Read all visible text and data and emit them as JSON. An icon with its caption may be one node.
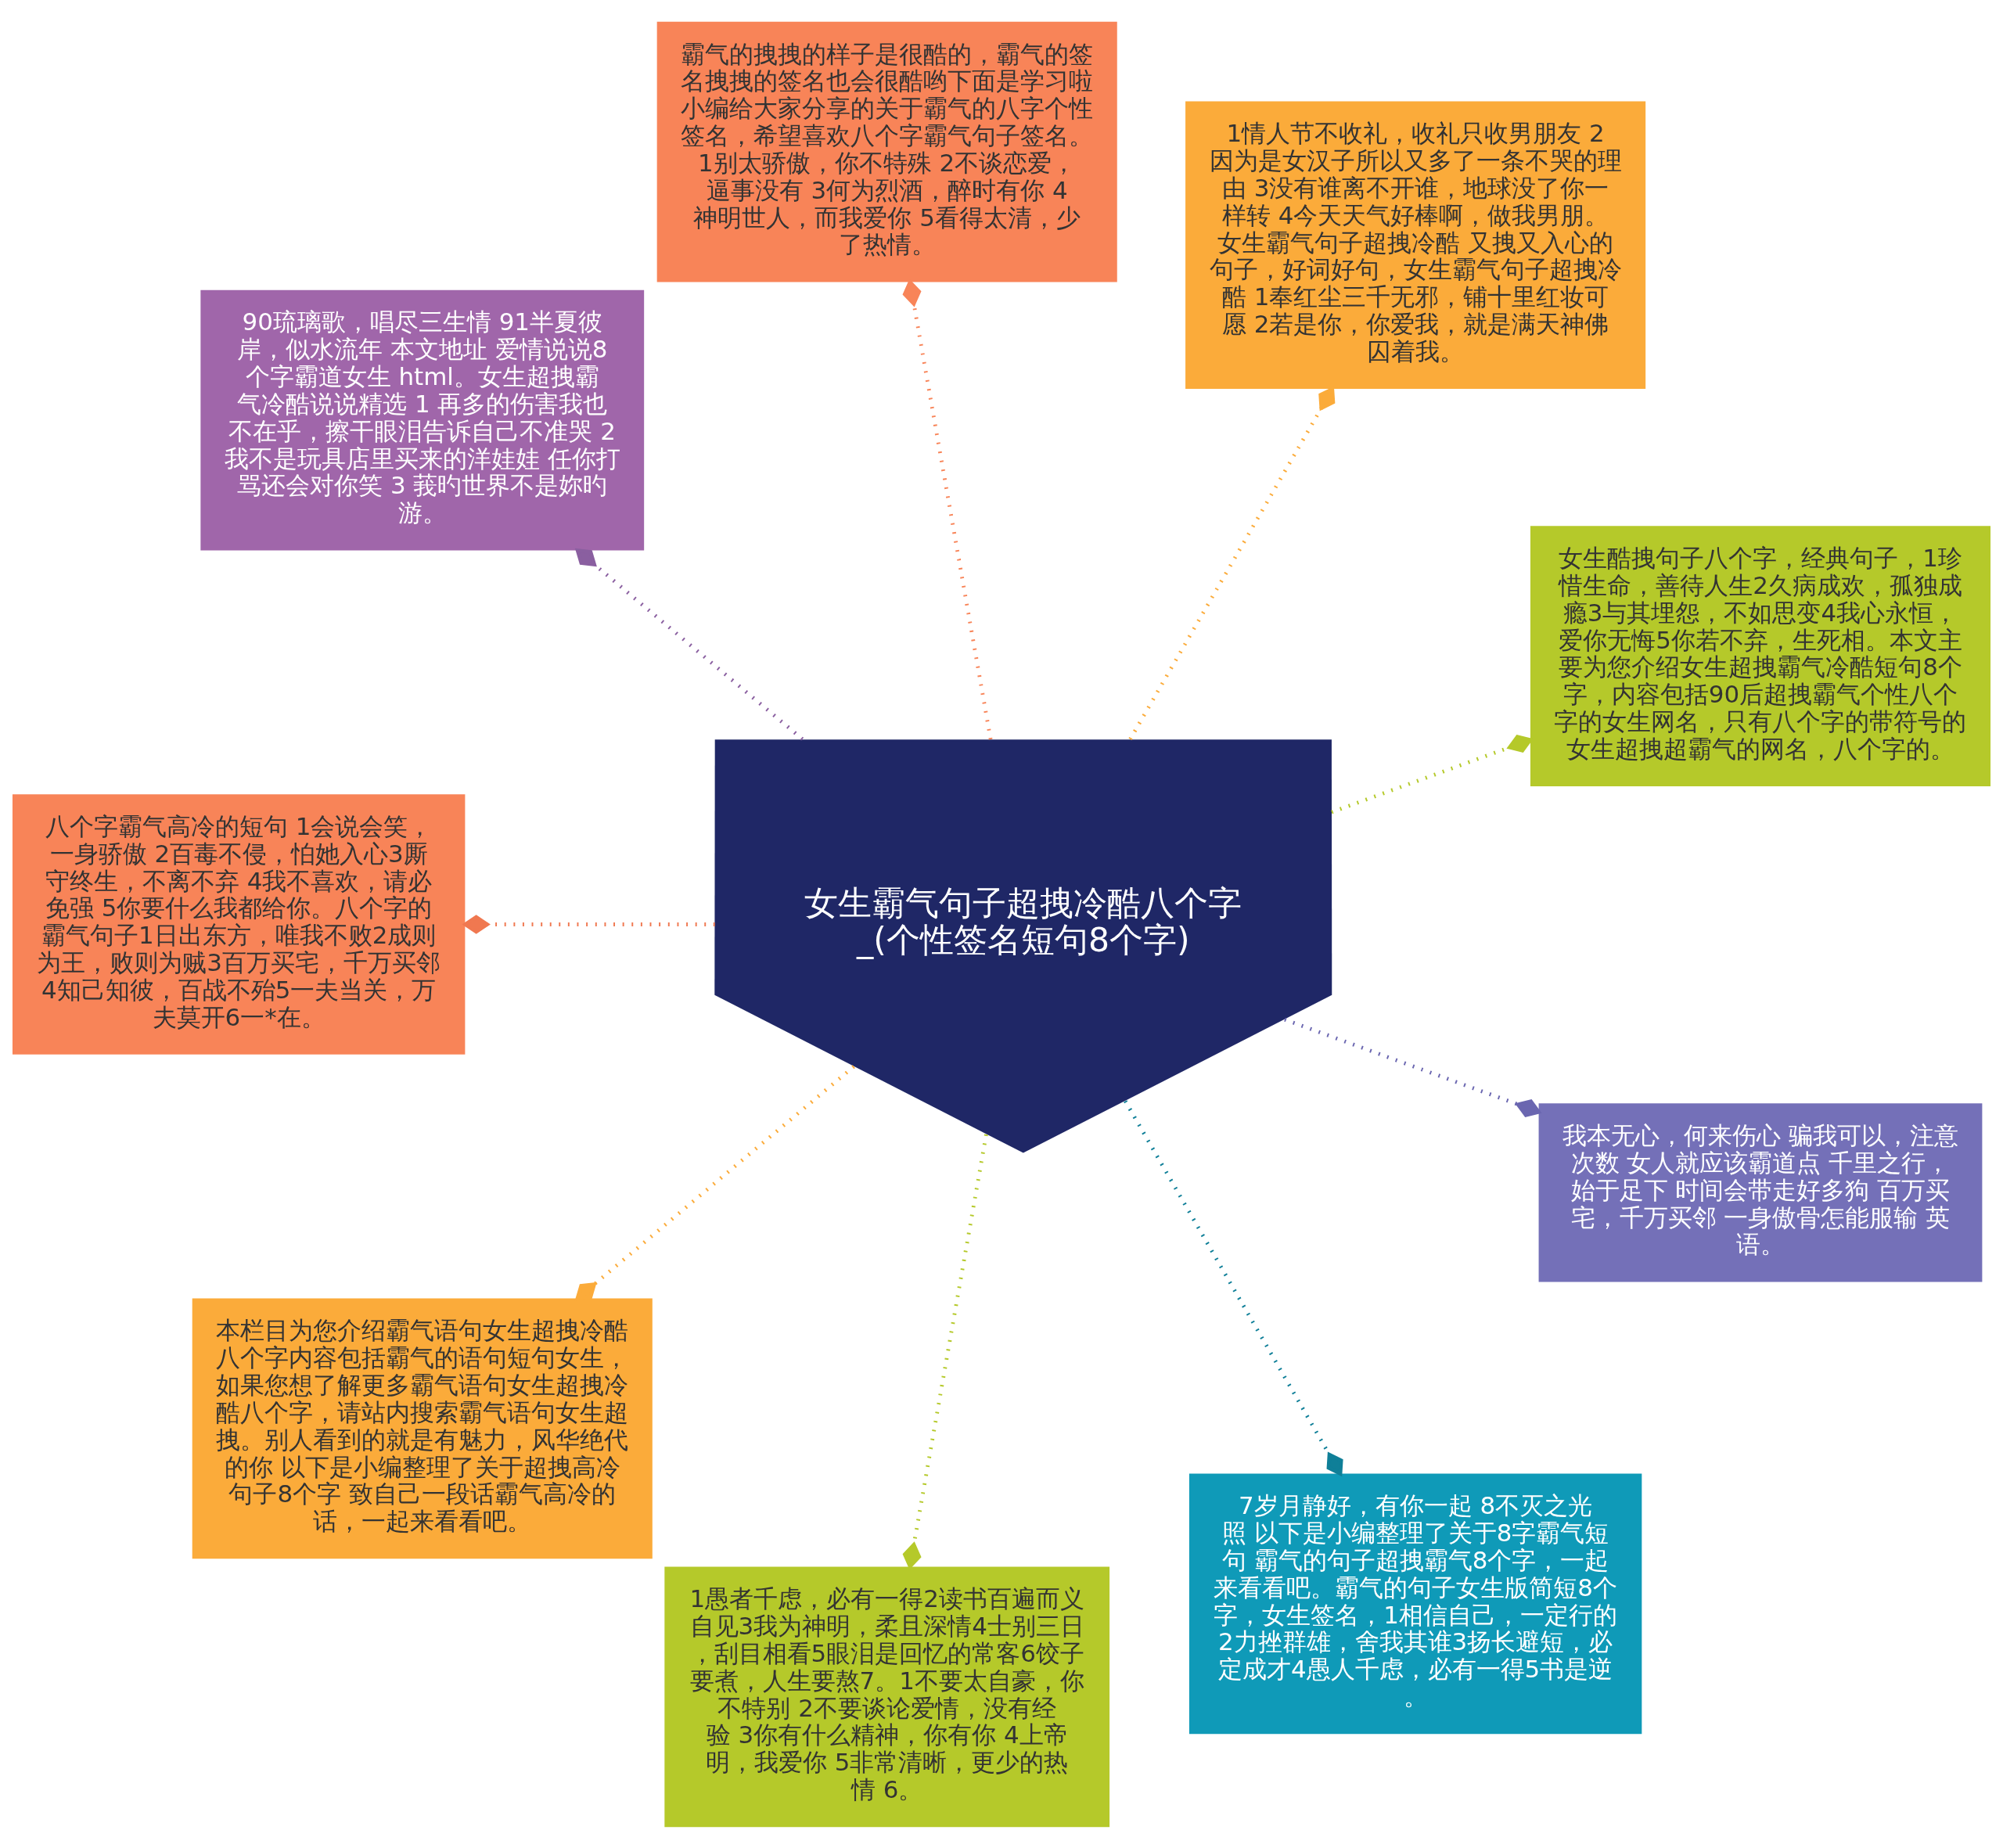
{
  "diagram": {
    "nodes": [
      {
        "text": [
          "女生霸气句子超拽冷酷八个字_(个性签名短句8个字)"
        ]
      },
      {
        "text": [
          "女生酷拽句子八个字，经典句子，1珍惜生命，善待人生2久病成欢，孤独成瘾3与其埋怨，不如思变4我心永恒，爱你无悔5你若不弃，生死相。本文主要为您介绍女生超拽霸气冷酷短句8个字，内容包括90后超拽霸气个性八个字的女生网名，只有八个字的带符号的女生超拽超霸气的网名，八个字的。"
        ]
      },
      {
        "text": [
          "1情人节不收礼，收礼只收男朋友 2因为是女汉子所以又多了一条不哭的理由 3没有谁离不开谁，地球没了你一样转 4今天天气好棒啊，做我男朋。女生霸气句子超拽冷酷 又拽又入心的句子，好词好句，女生霸气句子超拽冷酷 1奉红尘三千无邪，铺十里红妆可愿 2若是你，你爱我，就是满天神佛囚着我。"
        ]
      },
      {
        "text": [
          "霸气的拽拽的样子是很酷的，霸气的签名拽拽的签名也会很酷哟下面是学习啦小编给大家分享的关于霸气的八字个性签名，希望喜欢八个字霸气句子签名。1别太骄傲，你不特殊 2不谈恋爱，逼事没有 3何为烈酒，醉时有你 4神明世人，而我爱你 5看得太清，少了热情。"
        ]
      },
      {
        "text": [
          "90琉璃歌，唱尽三生情 91半夏彼岸，似水流年 本文地址 爱情说说8个字霸道女生 html。女生超拽霸气冷酷说说精选 1 再多的伤害我也不在乎，擦干眼泪告诉自己不准哭 2我不是玩具店里买来的洋娃娃 任你打骂还会对你笑 3 莪旳世界不是妳旳游。"
        ]
      },
      {
        "text": [
          "八个字霸气高冷的短句 1会说会笑，一身骄傲 2百毒不侵，怕她入心3厮守终生，不离不弃 4我不喜欢，请必免强 5你要什么我都给你。八个字的霸气句子1日出东方，唯我不败2成则为王，败则为贼3百万买宅，千万买邻4知己知彼，百战不殆5一夫当关，万夫莫开6一*在。"
        ]
      },
      {
        "text": [
          "本栏目为您介绍霸气语句女生超拽冷酷八个字内容包括霸气的语句短句女生，如果您想了解更多霸气语句女生超拽冷酷八个字，请站内搜索霸气语句女生超拽。别人看到的就是有魅力，风华绝代的你 以下是小编整理了关于超拽高冷句子8个字 致自己一段话霸气高冷的话，一起来看看吧。"
        ]
      },
      {
        "text": [
          "1愚者千虑，必有一得2读书百遍而义自见3我为神明，柔且深情4士别三日，刮目相看5眼泪是回忆的常客6饺子要煮，人生要熬7。1不要太自豪，你不特别 2不要谈论爱情，没有经验 3你有什么精神，你有你 4上帝明，我爱你 5非常清晰，更少的热情 6。"
        ]
      },
      {
        "text": [
          "7岁月静好，有你一起 8不灭之光照 以下是小编整理了关于8字霸气短句 霸气的句子超拽霸气8个字，一起来看看吧。霸气的句子女生版简短8个字，女生签名，1相信自己，一定行的2力挫群雄，舍我其谁3扬长避短，必定成才4愚人千虑，必有一得5书是逆。"
        ]
      },
      {
        "text": [
          "我本无心，何来伤心 骗我可以，注意次数 女人就应该霸道点 千里之行，始于足下 时间会带走好多狗 百万买宅，千万买邻 一身傲骨怎能服输 英语。"
        ]
      }
    ],
    "edges": [
      {
        "from": 0,
        "to": 1,
        "arrow": "other",
        "style": "dashed",
        "color": "#b5c92a"
      },
      {
        "from": 0,
        "to": 2,
        "arrow": "other",
        "style": "dashed",
        "color": "#fbab3a"
      },
      {
        "from": 0,
        "to": 3,
        "arrow": "other",
        "style": "dashed",
        "color": "#f88458"
      },
      {
        "from": 0,
        "to": 4,
        "arrow": "other",
        "style": "dashed",
        "color": "#8a5fa0"
      },
      {
        "from": 0,
        "to": 5,
        "arrow": "other",
        "style": "dashed",
        "color": "#f07850"
      },
      {
        "from": 0,
        "to": 6,
        "arrow": "other",
        "style": "dashed",
        "color": "#fbab3a"
      },
      {
        "from": 0,
        "to": 7,
        "arrow": "other",
        "style": "dashed",
        "color": "#b5c92a"
      },
      {
        "from": 0,
        "to": 8,
        "arrow": "other",
        "style": "dashed",
        "color": "#0f7f98"
      },
      {
        "from": 0,
        "to": 9,
        "arrow": "other",
        "style": "dashed",
        "color": "#6a66b0"
      }
    ]
  }
}
